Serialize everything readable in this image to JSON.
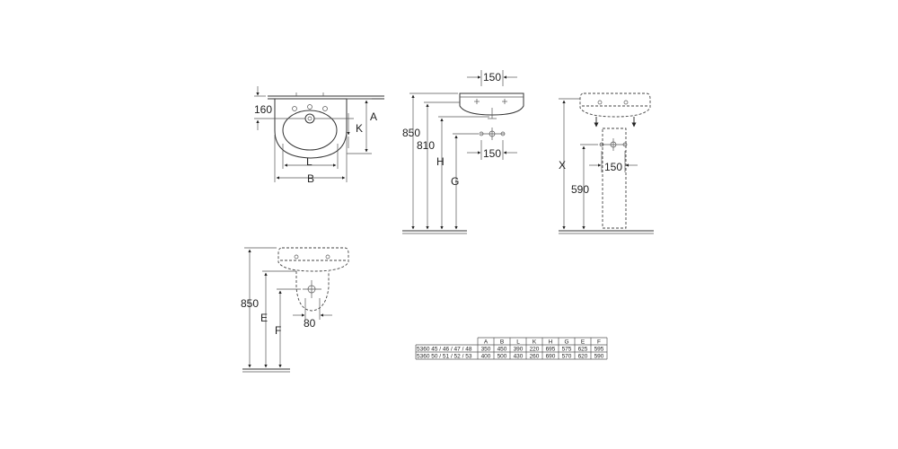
{
  "dims": {
    "top_160": "160",
    "top_A": "A",
    "top_K": "K",
    "top_L": "L",
    "top_B": "B",
    "front_150_top": "150",
    "front_850": "850",
    "front_810": "810",
    "front_H": "H",
    "front_G": "G",
    "front_150_mid": "150",
    "ped_X": "X",
    "ped_150": "150",
    "ped_590": "590",
    "semi_850": "850",
    "semi_E": "E",
    "semi_F": "F",
    "semi_80": "80"
  },
  "table": {
    "headers": [
      "",
      "A",
      "B",
      "L",
      "K",
      "H",
      "G",
      "E",
      "F"
    ],
    "rows": [
      [
        "5360 45 / 46 / 47 / 48",
        "350",
        "450",
        "390",
        "220",
        "695",
        "575",
        "625",
        "595"
      ],
      [
        "5360 50 / 51 / 52 / 53",
        "400",
        "500",
        "430",
        "260",
        "690",
        "570",
        "620",
        "590"
      ]
    ]
  }
}
